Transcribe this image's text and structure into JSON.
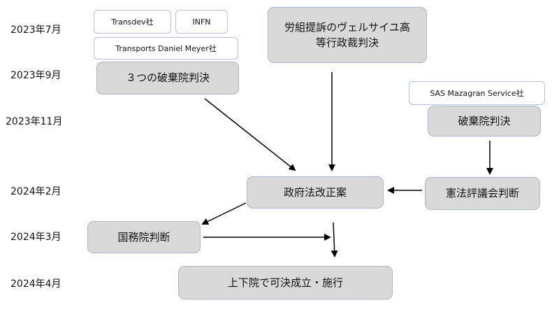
{
  "dates": {
    "d1": "2023年7月",
    "d2": "2023年9月",
    "d3": "2023年11月",
    "d4": "2024年2月",
    "d5": "2024年3月",
    "d6": "2024年4月"
  },
  "tags": {
    "transdev": "Transdev社",
    "infn": "INFN",
    "transports_daniel_meyer": "Transports Daniel Meyer社",
    "sas_mazagran": "SAS Mazagran Service社"
  },
  "nodes": {
    "three_rulings": "３つの破棄院判決",
    "labor_court_line1": "労組提訴のヴェルサイユ高",
    "labor_court_line2": "等行政裁判決",
    "cassation_ruling": "破棄院判決",
    "constitutional_council": "憲法評議会判断",
    "govt_amendment": "政府法改正案",
    "council_of_state": "国務院判断",
    "parliament": "上下院で可決成立・施行"
  }
}
